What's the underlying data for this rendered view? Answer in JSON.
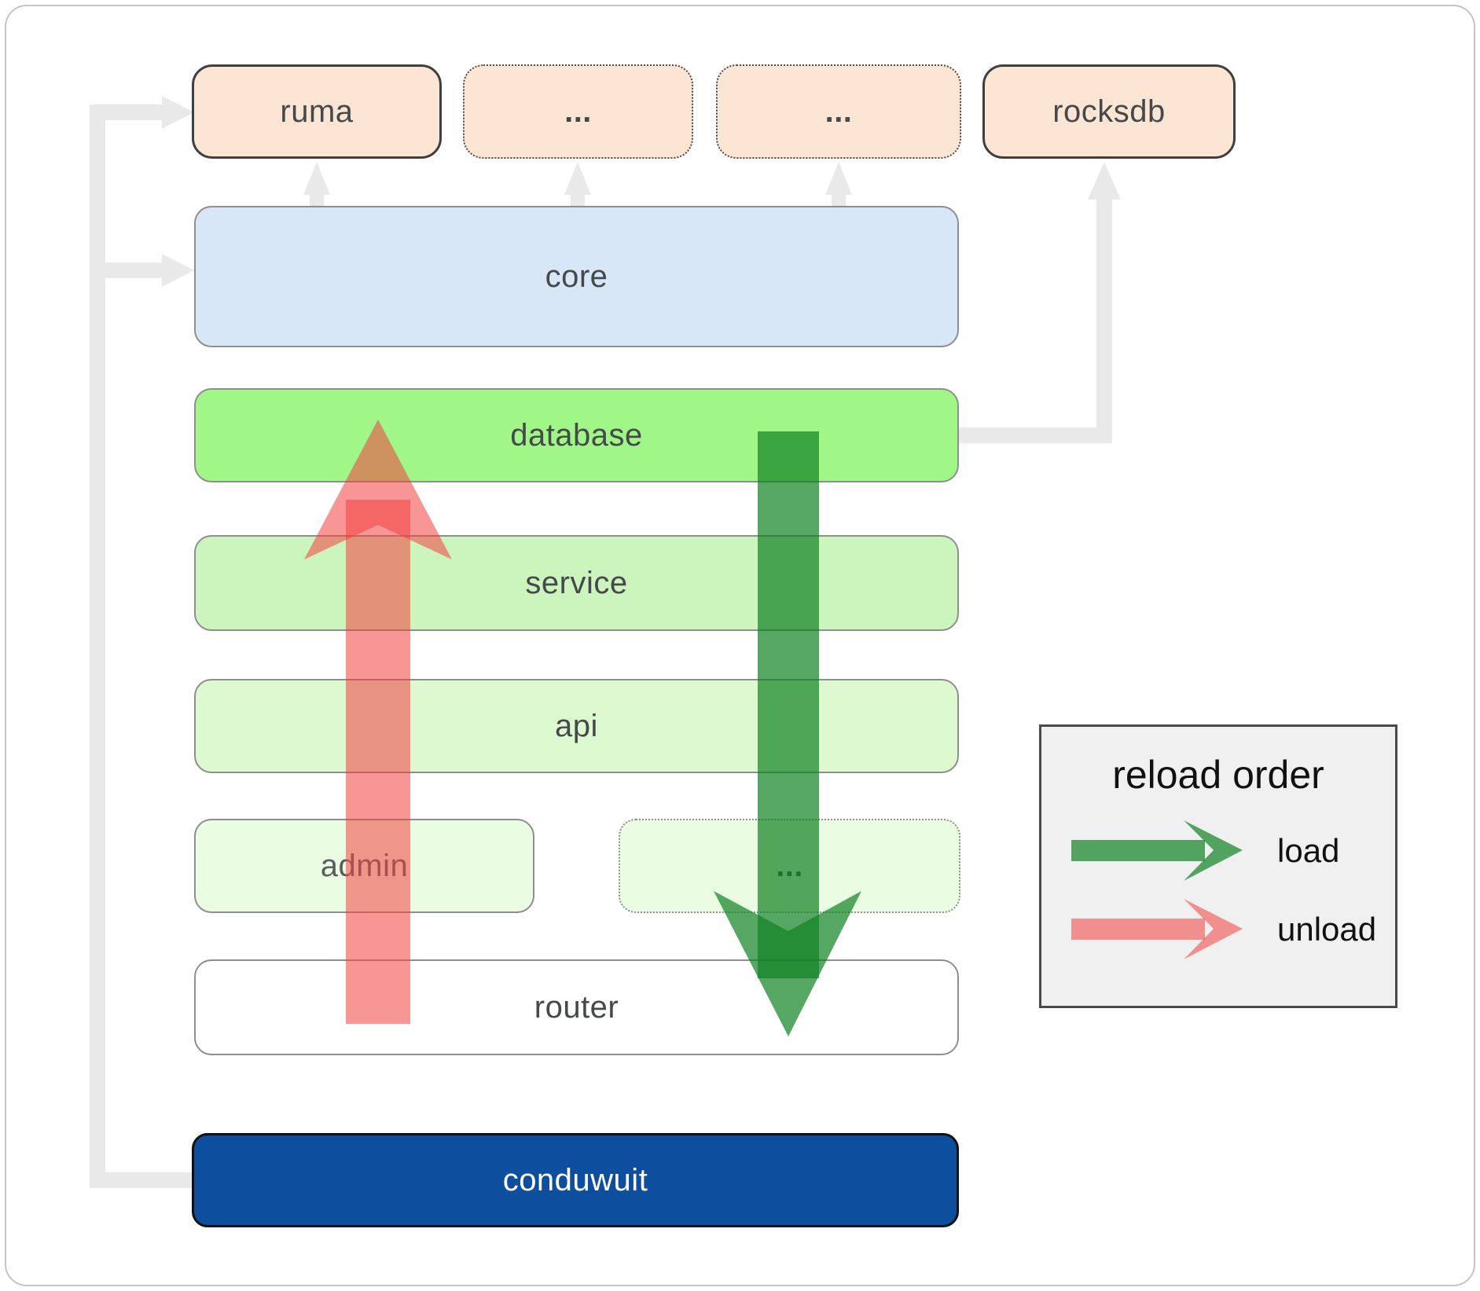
{
  "title": "conduwuit crate architecture / reload order diagram",
  "nodes": {
    "ruma": {
      "label": "ruma"
    },
    "ellipsis_top_1": {
      "label": "..."
    },
    "ellipsis_top_2": {
      "label": "..."
    },
    "rocksdb": {
      "label": "rocksdb"
    },
    "core": {
      "label": "core"
    },
    "database": {
      "label": "database"
    },
    "service": {
      "label": "service"
    },
    "api": {
      "label": "api"
    },
    "admin": {
      "label": "admin"
    },
    "ellipsis_mid": {
      "label": "..."
    },
    "router": {
      "label": "router"
    },
    "conduwuit": {
      "label": "conduwuit"
    }
  },
  "legend": {
    "title": "reload order",
    "items": [
      {
        "label": "load",
        "color": "#108222",
        "direction": "down"
      },
      {
        "label": "unload",
        "color": "#f24040",
        "direction": "up"
      }
    ]
  },
  "colors": {
    "peach_fill": "#fce5d3",
    "strong_border": "#3f3f3f",
    "dotted_border": "#4c4c4c",
    "core_fill": "#d7e7f8",
    "database_fill": "#a0f788",
    "service_fill": "#ccf5bd",
    "api_fill": "#dcf9d0",
    "faint_fill": "#eafce2",
    "router_fill": "#ffffff",
    "box_border": "#8e8e8e",
    "conduwuit_fill": "#0d4e9f",
    "conduwuit_border": "#101010",
    "conduwuit_label_color": "#ffffff",
    "connector_gray": "#e9e9e9",
    "green_arrow": "#108222",
    "red_arrow": "#f24040",
    "label_color": "#46494c",
    "admin_label_color": "#5a5d60",
    "legend_bg": "#f0f0f0",
    "legend_border": "#4a4a4a",
    "legend_text": "#111111",
    "canvas_border": "#c4c4c4"
  }
}
